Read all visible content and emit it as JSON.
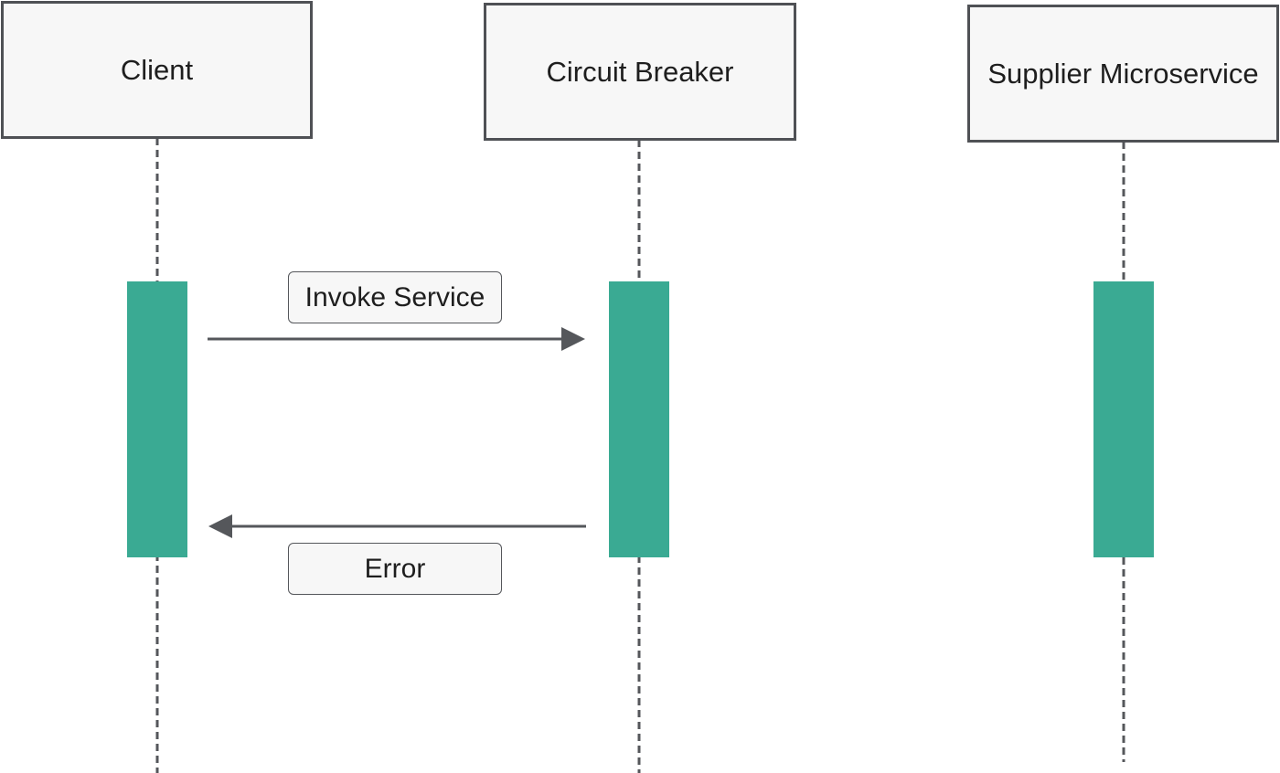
{
  "participants": [
    {
      "name": "Client"
    },
    {
      "name": "Circuit Breaker"
    },
    {
      "name": "Supplier Microservice"
    }
  ],
  "messages": [
    {
      "label": "Invoke Service",
      "from": "Client",
      "to": "Circuit Breaker"
    },
    {
      "label": "Error",
      "from": "Circuit Breaker",
      "to": "Client"
    }
  ],
  "colors": {
    "activation_bar": "#3aaa93",
    "box_fill": "#f7f7f7",
    "box_border": "#4f5155",
    "arrow": "#55575b",
    "lifeline": "#55575b"
  }
}
